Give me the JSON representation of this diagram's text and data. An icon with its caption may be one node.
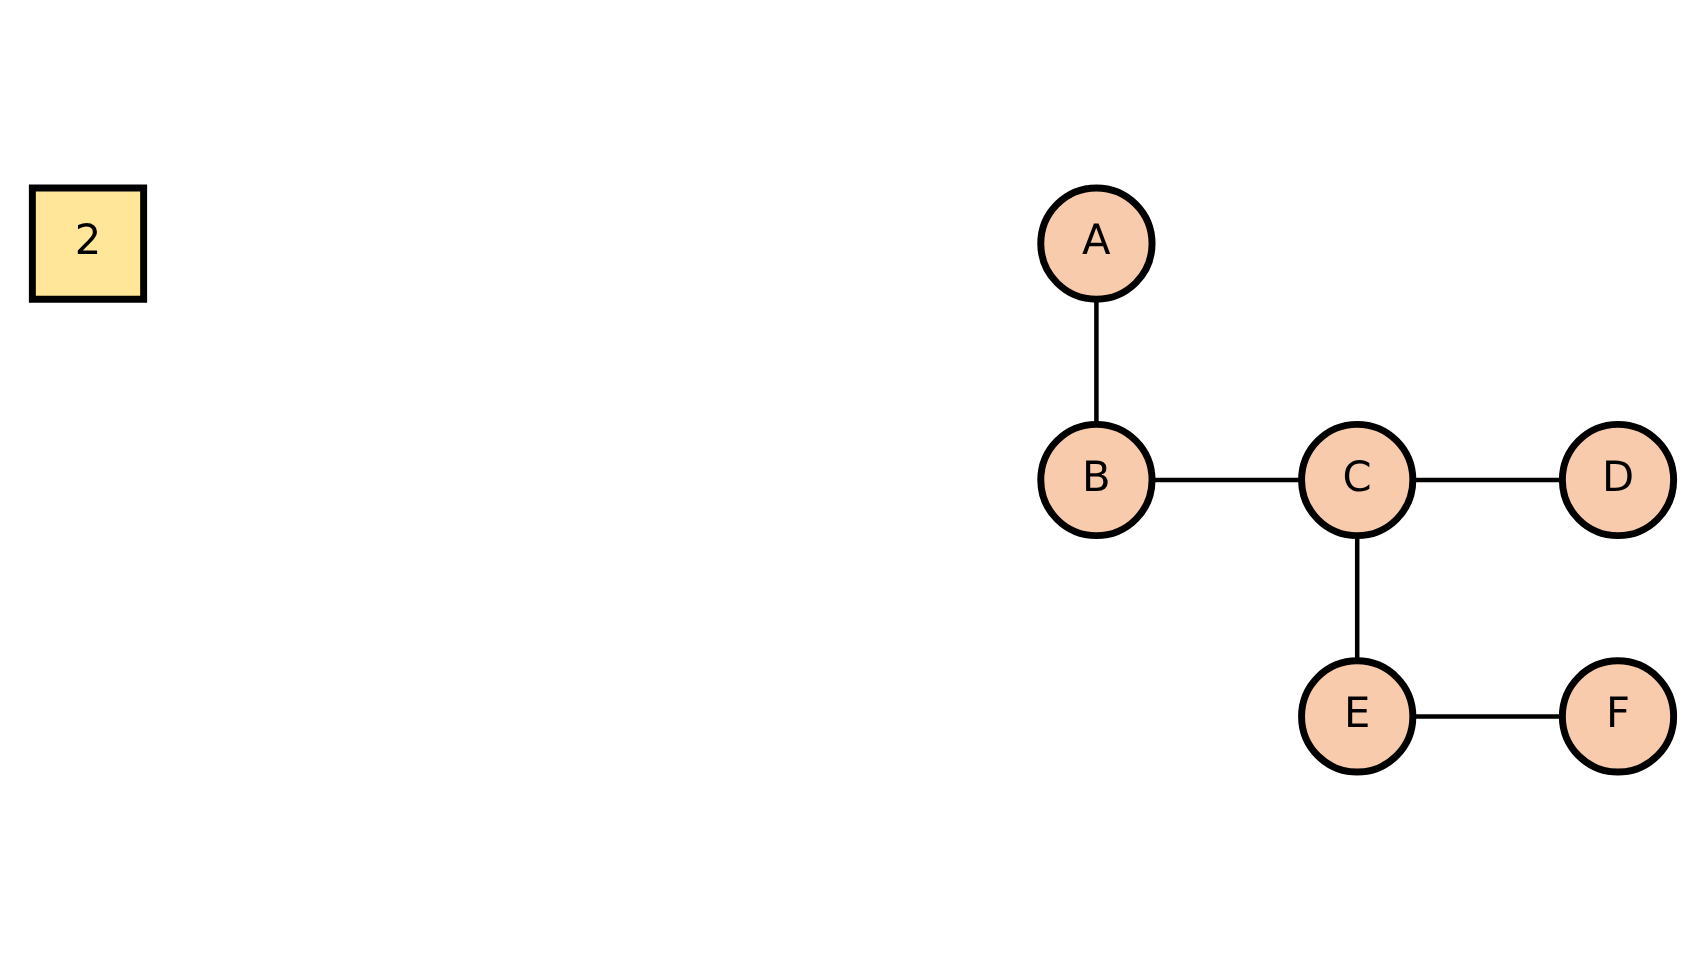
{
  "diagram": {
    "nodes": [
      {
        "text": [
          "2"
        ]
      },
      {
        "text": [
          "A"
        ]
      },
      {
        "text": [
          "B"
        ]
      },
      {
        "text": [
          "C"
        ]
      },
      {
        "text": [
          "D"
        ]
      },
      {
        "text": [
          "E"
        ]
      },
      {
        "text": [
          "F"
        ]
      }
    ],
    "edges": [
      {
        "from": 1,
        "to": 2,
        "arrow": "none"
      },
      {
        "from": 2,
        "to": 3,
        "arrow": "none"
      },
      {
        "from": 3,
        "to": 4,
        "arrow": "none"
      },
      {
        "from": 3,
        "to": 5,
        "arrow": "none"
      },
      {
        "from": 5,
        "to": 6,
        "arrow": "none"
      }
    ]
  }
}
